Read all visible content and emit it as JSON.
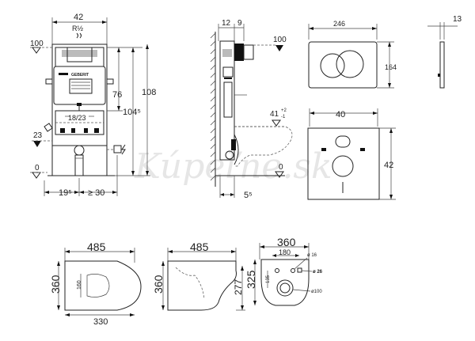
{
  "watermark": "Kúpeľne.sk",
  "frame": {
    "width_top": "42",
    "pipe_label": "R½",
    "brand": "GEBERIT",
    "level_100": "100",
    "dim_76": "76",
    "dim_104": "104⁵",
    "dim_108": "108",
    "dim_18_23": "18/23",
    "level_23": "23",
    "level_0": "0",
    "dim_19": "19⁵",
    "dim_30": "≥ 30"
  },
  "side": {
    "dim_12": "12",
    "dim_9": "9",
    "level_100": "100",
    "dim_41": "41",
    "tol_plus": "+2",
    "tol_minus": "-1",
    "level_0": "0",
    "dim_5": "5⁵"
  },
  "plate": {
    "width": "246",
    "height": "164",
    "depth": "13"
  },
  "panel": {
    "width": "40",
    "height": "42"
  },
  "bowl": {
    "top_length": "485",
    "top_width": "360",
    "top_inner": "160",
    "top_base": "330",
    "side_length": "485",
    "side_height": "360",
    "side_inner": "277",
    "rear_width": "360",
    "rear_inner": "180",
    "rear_height": "325",
    "rear_135": "135",
    "rear_d16": "ø 16",
    "rear_d26": "ø 26",
    "rear_d100": "ø100"
  }
}
